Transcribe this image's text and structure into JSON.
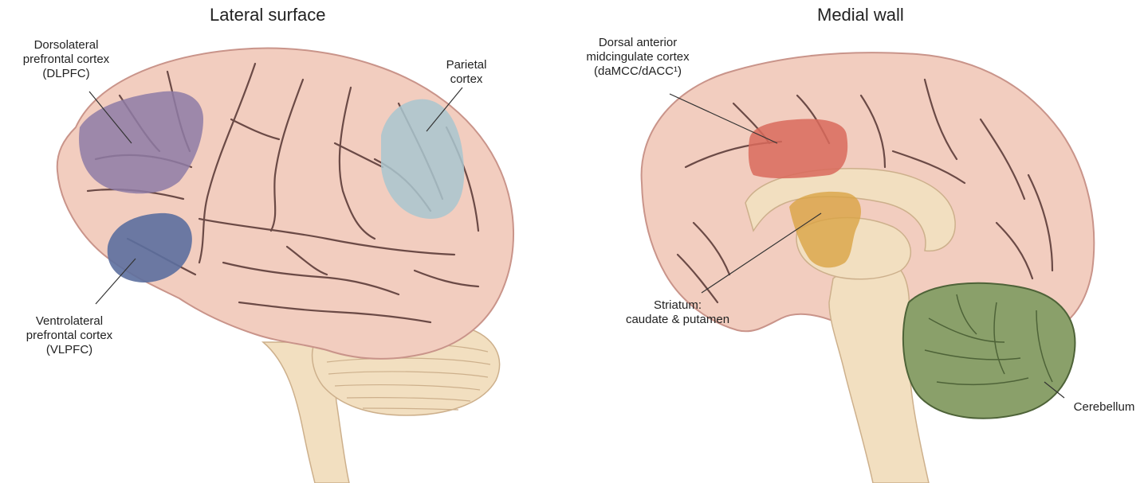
{
  "panels": {
    "lateral": {
      "title": "Lateral surface"
    },
    "medial": {
      "title": "Medial wall"
    }
  },
  "labels": {
    "dlpfc": [
      "Dorsolateral",
      "prefrontal cortex",
      "(DLPFC)"
    ],
    "vlpfc": [
      "Ventrolateral",
      "prefrontal cortex",
      "(VLPFC)"
    ],
    "parietal": [
      "Parietal",
      "cortex"
    ],
    "damcc": [
      "Dorsal anterior",
      "midcingulate cortex",
      "(daMCC/dACC¹)"
    ],
    "striatum": [
      "Striatum:",
      "caudate & putamen"
    ],
    "cerebellum": [
      "Cerebellum"
    ]
  },
  "colors": {
    "brain": "#f2cdbf",
    "brain_edge": "#c9948a",
    "sulcus": "#6b4a46",
    "stem": "#f2dfc0",
    "stem_edge": "#cdb08c",
    "dlpfc": "#8e7ba6",
    "vlpfc": "#5c6f9e",
    "parietal": "#a9c5cf",
    "damcc": "#d96a5c",
    "striatum": "#d9a445",
    "cerebellum": "#8aa06a",
    "cerebellum_edge": "#4e6338"
  }
}
